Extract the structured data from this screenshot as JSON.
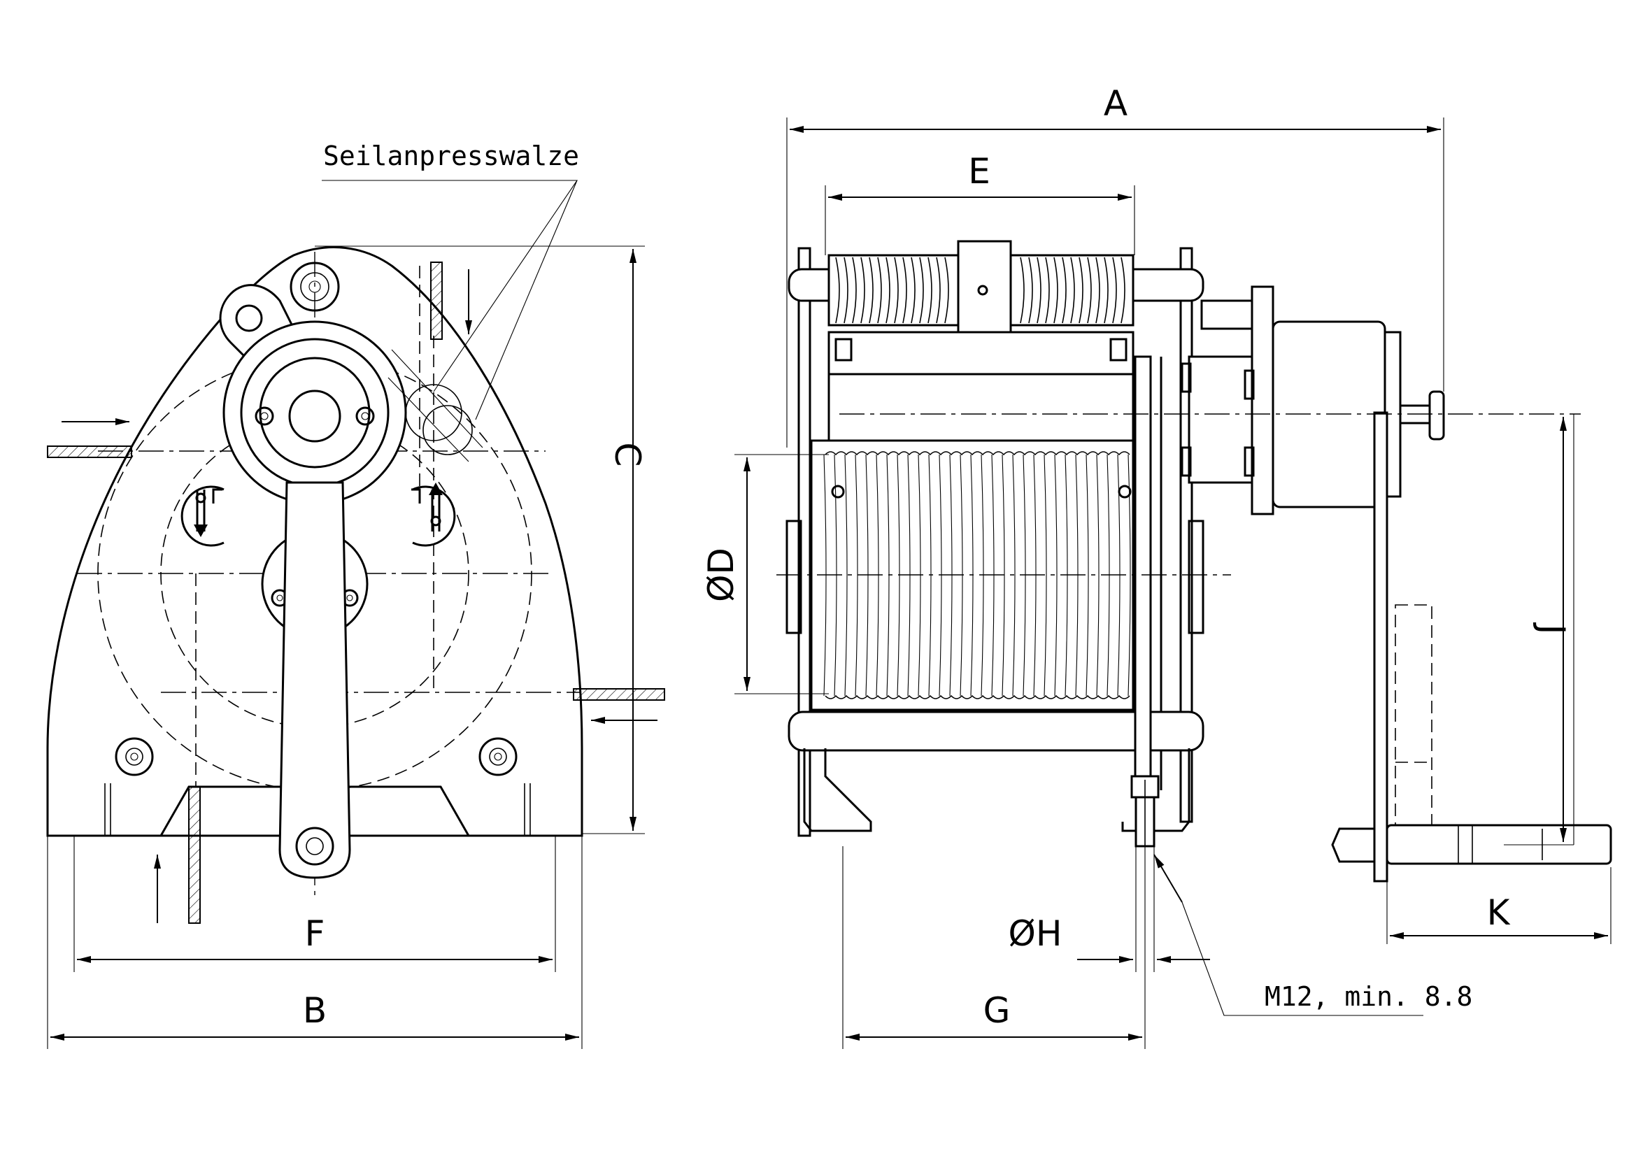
{
  "callouts": {
    "pressure_roller": "Seilanpresswalze",
    "bolt_spec": "M12, min. 8.8"
  },
  "dimensions": {
    "A": "A",
    "B": "B",
    "C": "C",
    "D": "ØD",
    "E": "E",
    "F": "F",
    "G": "G",
    "H": "ØH",
    "J": "J",
    "K": "K"
  }
}
